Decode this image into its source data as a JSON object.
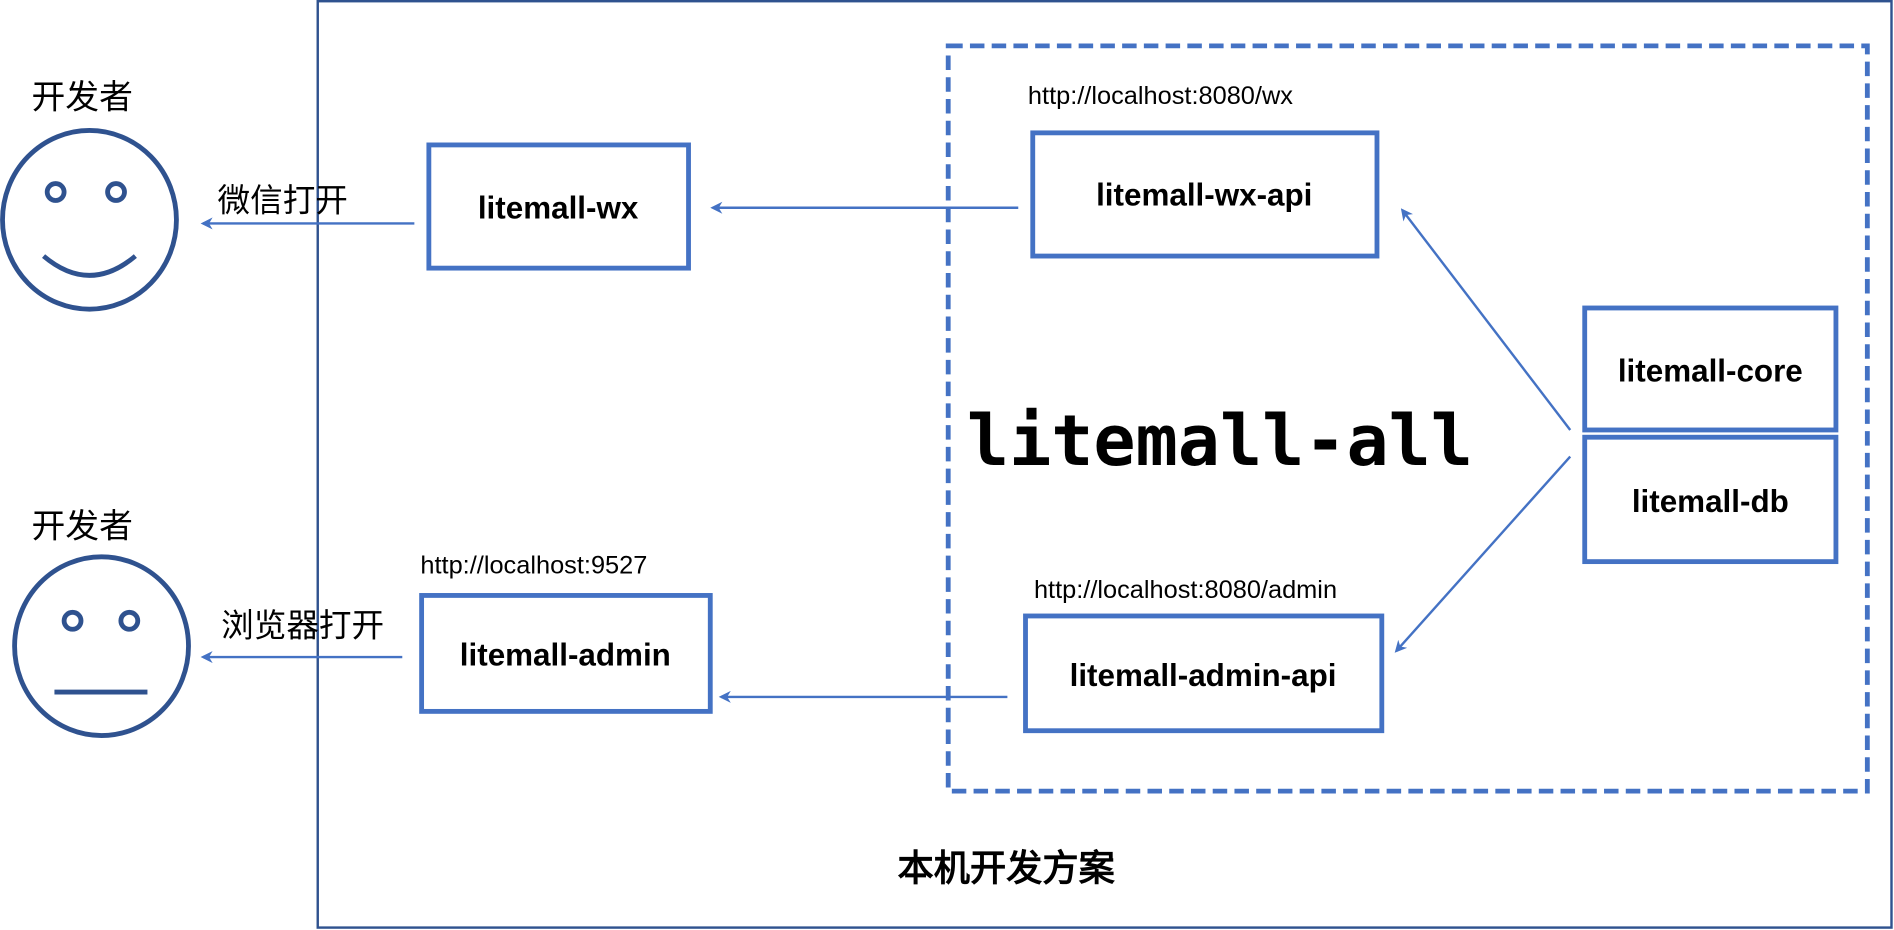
{
  "title": "本机开发方案",
  "container_label": "litemall-all",
  "colors": {
    "accent": "#4472C4",
    "frame": "#2F528F",
    "face": "#2F528F"
  },
  "actors": [
    {
      "label": "开发者",
      "expression": "smile",
      "action": "微信打开"
    },
    {
      "label": "开发者",
      "expression": "neutral",
      "action": "浏览器打开"
    }
  ],
  "nodes": {
    "wx": {
      "label": "litemall-wx"
    },
    "admin": {
      "label": "litemall-admin",
      "url": "http://localhost:9527"
    },
    "wx_api": {
      "label": "litemall-wx-api",
      "url": "http://localhost:8080/wx"
    },
    "admin_api": {
      "label": "litemall-admin-api",
      "url": "http://localhost:8080/admin"
    },
    "core": {
      "label": "litemall-core"
    },
    "db": {
      "label": "litemall-db"
    }
  }
}
